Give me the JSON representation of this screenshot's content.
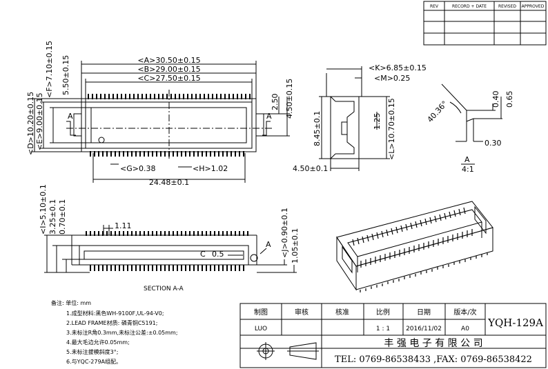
{
  "revision_table": {
    "headers": [
      "REV",
      "RECORD + DATE",
      "REVISED",
      "APPROVED"
    ]
  },
  "top_view": {
    "dim_a": "<A>30.50±0.15",
    "dim_b": "<B>29.00±0.15",
    "dim_c": "<C>27.50±0.15",
    "dim_d": "<D>10.20±0.15",
    "dim_e": "<E>9.00±0.15",
    "dim_f": "<F>7.10±0.15",
    "dim_550": "5.50±0.15",
    "dim_g": "<G>0.38",
    "dim_h": "<H>1.02",
    "dim_2448": "24.48±0.1",
    "dim_250": "2.50",
    "dim_450v": "4.50±0.15",
    "section_mark": "A"
  },
  "side_view": {
    "dim_k": "<K>6.85±0.15",
    "dim_m": "<M>0.25",
    "dim_125": "1.25",
    "dim_l": "<L>10.70±0.15",
    "dim_845": "8.45±0.1",
    "dim_450h": "4.50±0.1"
  },
  "detail_a": {
    "angle": "40.36°",
    "dim_040": "0.40",
    "dim_065": "0.65",
    "dim_030": "0.30",
    "label": "A",
    "scale": "4:1"
  },
  "section_view": {
    "dim_i": "<I>5.10±0.1",
    "dim_325": "3.25±0.1",
    "dim_070": "0.70±0.1",
    "dim_111": "1.11",
    "dim_j": "<J>0.90±0.1",
    "dim_105": "1.05±0.1",
    "label_c": "C",
    "label_05": "0.5",
    "label_a": "A",
    "title": "SECTION A-A"
  },
  "notes": {
    "heading": "备注: 单位: mm",
    "items": [
      "1.成型材料:黑色WH-9100F,UL-94-V0;",
      "2.LEAD FRAME材质: 磷青铜C5191;",
      "3.未标注R角0.3mm,未标注公差:±0.05mm;",
      "4.最大毛边允许0.05mm;",
      "5.未标注拔模斜度3°;",
      "6.与YQC-279A组配。"
    ]
  },
  "title_block": {
    "headers": [
      "制图",
      "审核",
      "核准",
      "比例",
      "日期",
      "版本/次"
    ],
    "values": [
      "LUO",
      "",
      "",
      "1 : 1",
      "2016/11/02",
      "A0"
    ],
    "part_number": "YQH-129A",
    "company": "丰 强 电 子 有 限 公 司",
    "contact": "TEL: 0769-86538433 ,FAX: 0769-86538422"
  }
}
